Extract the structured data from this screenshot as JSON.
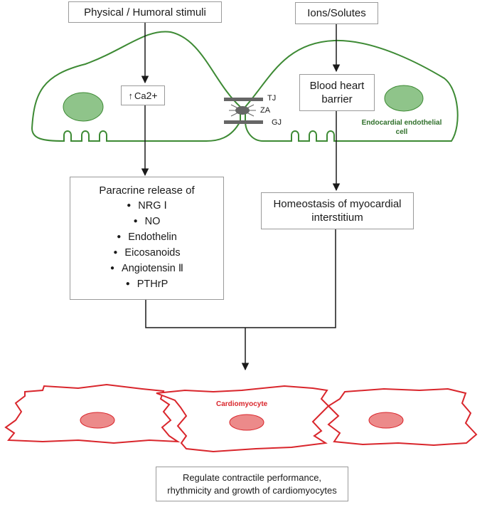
{
  "stimuli": {
    "physical": "Physical / Humoral stimuli",
    "ions": "Ions/Solutes"
  },
  "calcium": {
    "arrow": "↑",
    "symbol": "Ca",
    "charge": "2+"
  },
  "blood_heart_barrier": {
    "line1": "Blood heart",
    "line2": "barrier"
  },
  "junctions": {
    "tj": "TJ",
    "za": "ZA",
    "gj": "GJ"
  },
  "endothelial_cell_label": {
    "line1": "Endocardial endothelial",
    "line2": "cell"
  },
  "paracrine": {
    "title": "Paracrine release of",
    "items": [
      "NRG Ⅰ",
      "NO",
      "Endothelin",
      "Eicosanoids",
      "Angiotensin Ⅱ",
      "PTHrP"
    ]
  },
  "homeostasis": {
    "line1": "Homeostasis of myocardial",
    "line2": "interstitium"
  },
  "cardiomyocyte_label": "Cardiomyocyte",
  "regulate": {
    "line1": "Regulate contractile performance,",
    "line2": "rhythmicity and growth of cardiomyocytes"
  },
  "colors": {
    "endothelial_outline": "#3d8a34",
    "nucleus_green": "#8fc48a",
    "myocyte_outline": "#d9262c",
    "nucleus_red": "#ec8a8a",
    "box_border": "#9a9a9a",
    "arrow": "#1a1a1a"
  }
}
